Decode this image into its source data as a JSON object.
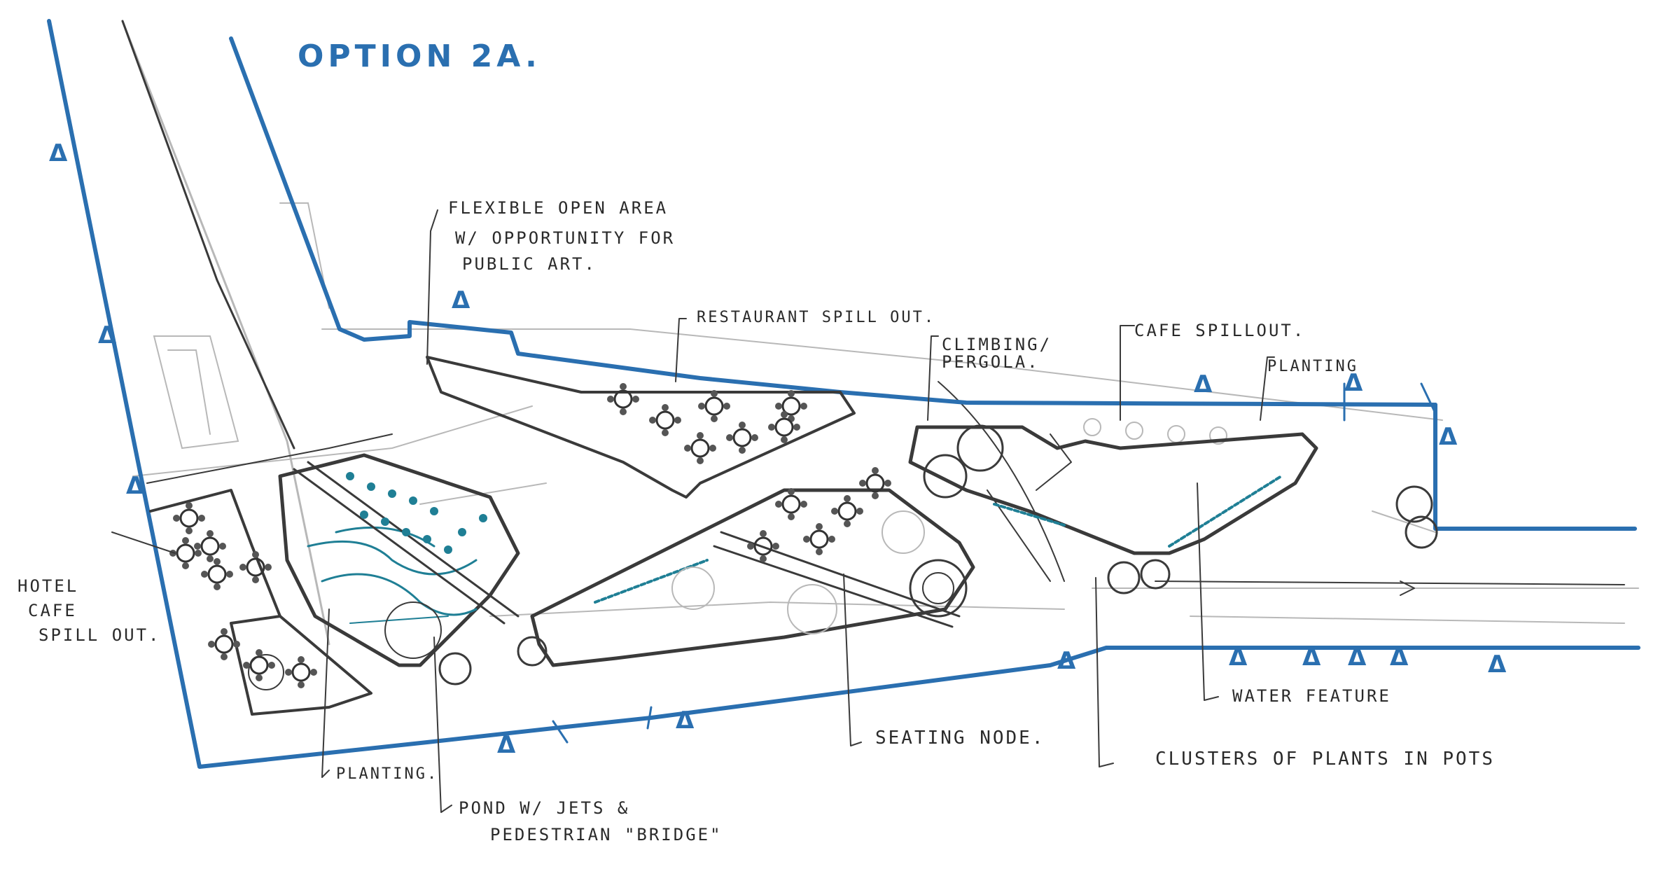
{
  "title": "OPTION 2A.",
  "colors": {
    "boundary": "#2a6fb0",
    "ink": "#3a3a3a",
    "teal": "#1f7f95",
    "pencil": "#b8b8b8"
  },
  "labels": {
    "flexible_open_area": [
      "FLEXIBLE OPEN AREA",
      "W/ OPPORTUNITY FOR",
      "PUBLIC ART."
    ],
    "restaurant_spill_out": "RESTAURANT SPILL OUT.",
    "climbing_pergola": [
      "CLIMBING/",
      "PERGOLA."
    ],
    "cafe_spill_out": "CAFE SPILLOUT.",
    "planting_right": "PLANTING",
    "hotel_cafe_spill_out": [
      "HOTEL",
      "CAFE",
      "SPILL OUT."
    ],
    "planting_left": "PLANTING.",
    "pond": [
      "POND W/ JETS &",
      "PEDESTRIAN \"BRIDGE\""
    ],
    "seating_node": "SEATING NODE.",
    "water_feature": "WATER FEATURE",
    "clusters": "CLUSTERS OF PLANTS IN POTS"
  },
  "markers": {
    "entry_symbol": "Δ"
  }
}
